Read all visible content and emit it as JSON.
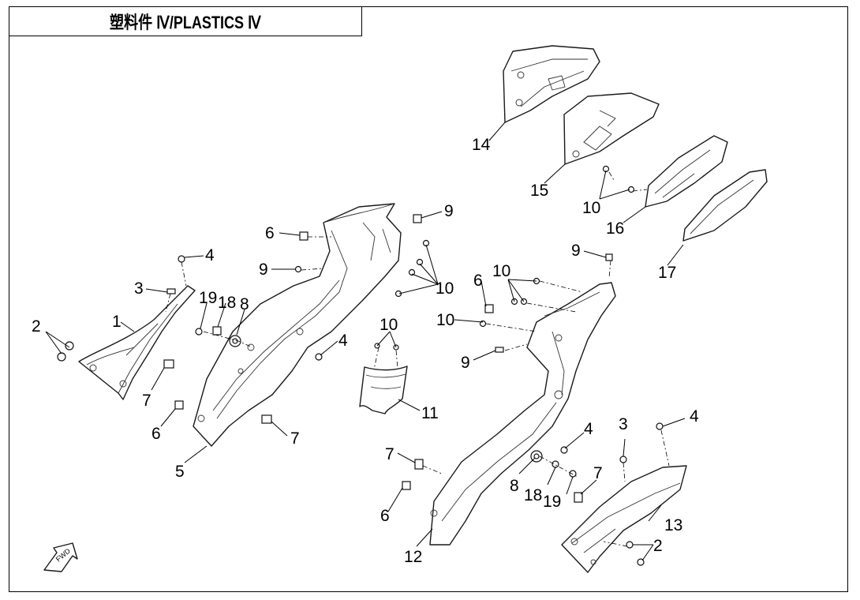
{
  "header": {
    "title": "塑料件 Ⅳ/PLASTICS Ⅳ"
  },
  "fwd_badge": {
    "label": "FWD"
  },
  "callouts": [
    {
      "id": "c1",
      "text": "1"
    },
    {
      "id": "c2a",
      "text": "2"
    },
    {
      "id": "c3a",
      "text": "3"
    },
    {
      "id": "c4a",
      "text": "4"
    },
    {
      "id": "c19a",
      "text": "19"
    },
    {
      "id": "c18a",
      "text": "18"
    },
    {
      "id": "c8a",
      "text": "8"
    },
    {
      "id": "c7a",
      "text": "7"
    },
    {
      "id": "c6a",
      "text": "6"
    },
    {
      "id": "c5",
      "text": "5"
    },
    {
      "id": "c7b",
      "text": "7"
    },
    {
      "id": "c6b",
      "text": "6"
    },
    {
      "id": "c9a",
      "text": "9"
    },
    {
      "id": "c9b",
      "text": "9"
    },
    {
      "id": "c10a",
      "text": "10"
    },
    {
      "id": "c4b",
      "text": "4"
    },
    {
      "id": "c10b",
      "text": "10"
    },
    {
      "id": "c11",
      "text": "11"
    },
    {
      "id": "c14",
      "text": "14"
    },
    {
      "id": "c15",
      "text": "15"
    },
    {
      "id": "c10c",
      "text": "10"
    },
    {
      "id": "c16",
      "text": "16"
    },
    {
      "id": "c17",
      "text": "17"
    },
    {
      "id": "c9c",
      "text": "9"
    },
    {
      "id": "c10d",
      "text": "10"
    },
    {
      "id": "c6c",
      "text": "6"
    },
    {
      "id": "c10e",
      "text": "10"
    },
    {
      "id": "c9d",
      "text": "9"
    },
    {
      "id": "c4c",
      "text": "4"
    },
    {
      "id": "c7c",
      "text": "7"
    },
    {
      "id": "c8b",
      "text": "8"
    },
    {
      "id": "c18b",
      "text": "18"
    },
    {
      "id": "c19b",
      "text": "19"
    },
    {
      "id": "c6d",
      "text": "6"
    },
    {
      "id": "c12",
      "text": "12"
    },
    {
      "id": "c3b",
      "text": "3"
    },
    {
      "id": "c4d",
      "text": "4"
    },
    {
      "id": "c7d",
      "text": "7"
    },
    {
      "id": "c13",
      "text": "13"
    },
    {
      "id": "c2b",
      "text": "2"
    }
  ]
}
